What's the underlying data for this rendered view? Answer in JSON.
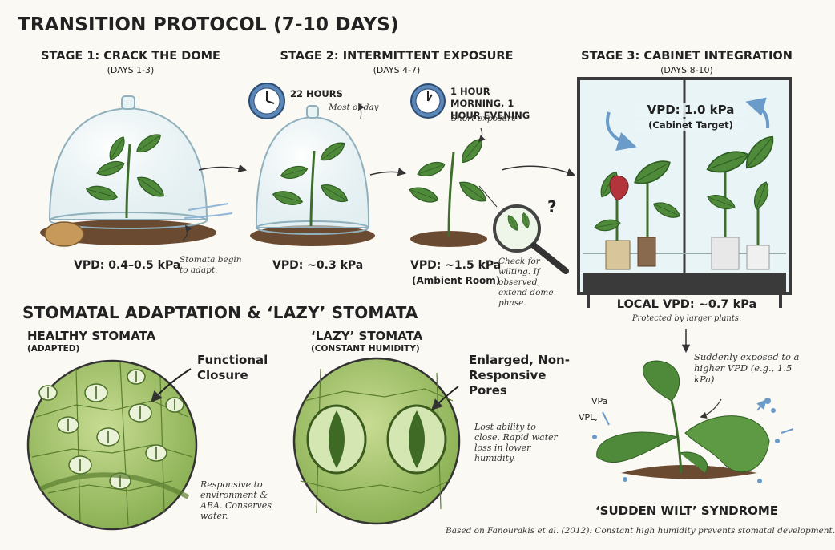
{
  "title": "TRANSITION PROTOCOL (7-10 DAYS)",
  "stage1": {
    "title": "STAGE 1: CRACK THE DOME",
    "days": "(DAYS 1-3)",
    "vpd": "VPD: 0.4–0.5 kPa",
    "note": "Stomata begin to adapt."
  },
  "stage2": {
    "title": "STAGE 2: INTERMITTENT EXPOSURE",
    "days": "(DAYS 4-7)",
    "clock1_label": "22 HOURS",
    "clock1_note": "Most of day",
    "clock2_label": "1 HOUR MORNING, 1 HOUR EVENING",
    "clock2_note": "Short exposure",
    "vpd_dome": "VPD: ~0.3 kPa",
    "vpd_room": "VPD: ~1.5 kPa",
    "room_label": "(Ambient Room)",
    "check_note": "Check for wilting. If observed, extend dome phase.",
    "question": "?"
  },
  "stage3": {
    "title": "STAGE 3: CABINET INTEGRATION",
    "days": "(DAYS 8-10)",
    "cabinet_vpd": "VPD: 1.0 kPa",
    "cabinet_target": "(Cabinet Target)",
    "local_vpd": "LOCAL VPD: ~0.7 kPa",
    "local_note": "Protected by larger plants."
  },
  "section2": {
    "title": "STOMATAL ADAPTATION & ‘LAZY’ STOMATA"
  },
  "healthy": {
    "title": "HEALTHY STOMATA",
    "subtitle": "(ADAPTED)",
    "label": "Functional Closure",
    "note": "Responsive to environment & ABA. Conserves water."
  },
  "lazy": {
    "title": "‘LAZY’ STOMATA",
    "subtitle": "(CONSTANT HUMIDITY)",
    "label": "Enlarged, Non-Responsive Pores",
    "note": "Lost ability to close. Rapid water loss in lower humidity."
  },
  "wilt": {
    "note": "Suddenly exposed to a higher VPD (e.g., 1.5 kPa)",
    "vpa": "VPa",
    "vpl": "VPL,",
    "title": "‘SUDDEN WILT’ SYNDROME"
  },
  "citation": "Based on Fanourakis et al. (2012): Constant high humidity prevents stomatal development.",
  "colors": {
    "leaf": "#4f8a3a",
    "leaf_dark": "#2f5e24",
    "soil": "#6b4a32",
    "glass": "#dbeef3",
    "stoma": "#8fb55a",
    "clock": "#5b86b8"
  }
}
